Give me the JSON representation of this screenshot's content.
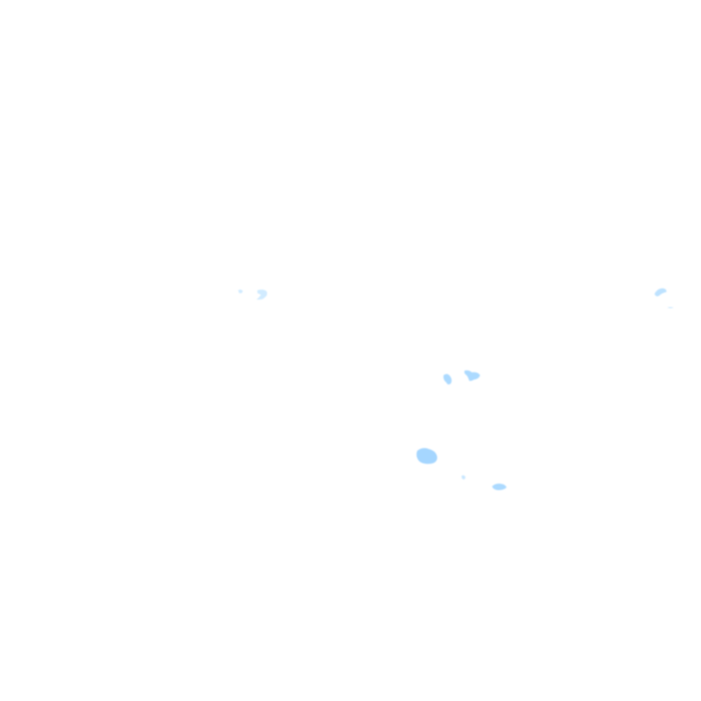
{
  "map": {
    "base_color": "#ffffff",
    "features": [
      {
        "id": "patch-1",
        "kind": "precipitation-patch",
        "color": "#cfeaff"
      },
      {
        "id": "patch-2",
        "kind": "precipitation-patch",
        "color": "#cfeaff"
      },
      {
        "id": "patch-3",
        "kind": "precipitation-patch",
        "color": "#b9e0ff"
      },
      {
        "id": "patch-4",
        "kind": "precipitation-patch",
        "color": "#b9e0ff"
      },
      {
        "id": "patch-5",
        "kind": "precipitation-patch",
        "color": "#a8d8ff"
      },
      {
        "id": "patch-6",
        "kind": "precipitation-patch",
        "color": "#a8d8ff"
      },
      {
        "id": "patch-7",
        "kind": "precipitation-patch",
        "color": "#a0d4ff"
      },
      {
        "id": "patch-8",
        "kind": "precipitation-patch",
        "color": "#c6e6ff"
      },
      {
        "id": "patch-9",
        "kind": "precipitation-patch",
        "color": "#a8d8ff"
      }
    ]
  }
}
